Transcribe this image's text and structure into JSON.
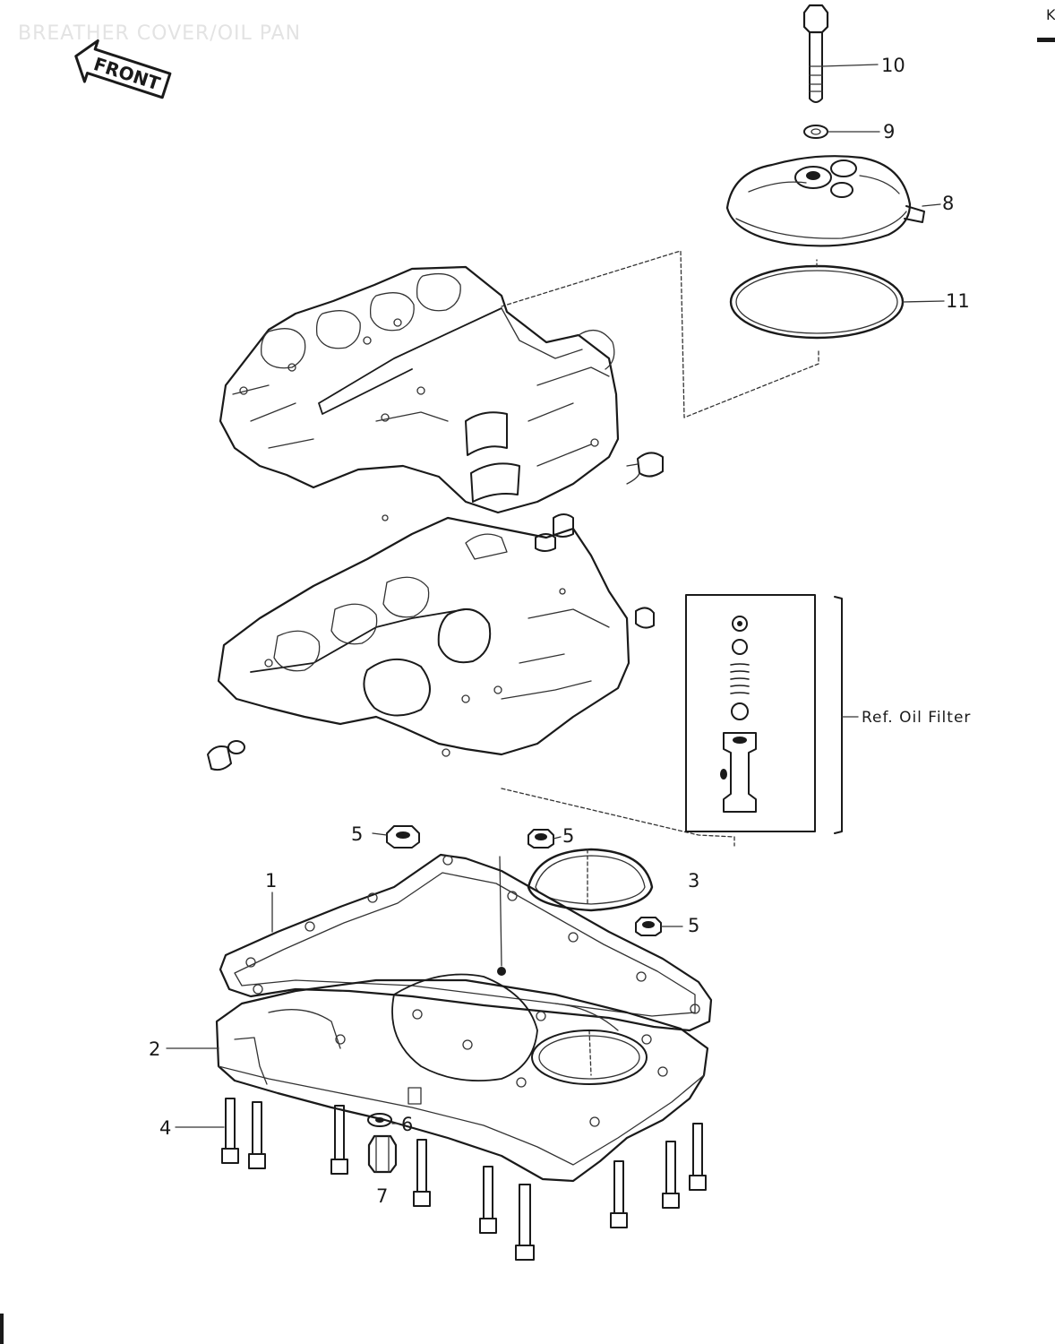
{
  "title": "BREATHER COVER/OIL PAN",
  "front_label": "FRONT",
  "corner_mark": "K",
  "ref_label": "Ref. Oil Filter",
  "callouts": {
    "c1": "1",
    "c2": "2",
    "c3": "3",
    "c4": "4",
    "c5a": "5",
    "c5b": "5",
    "c5c": "5",
    "c6": "6",
    "c7": "7",
    "c8": "8",
    "c9": "9",
    "c10": "10",
    "c11": "11"
  }
}
